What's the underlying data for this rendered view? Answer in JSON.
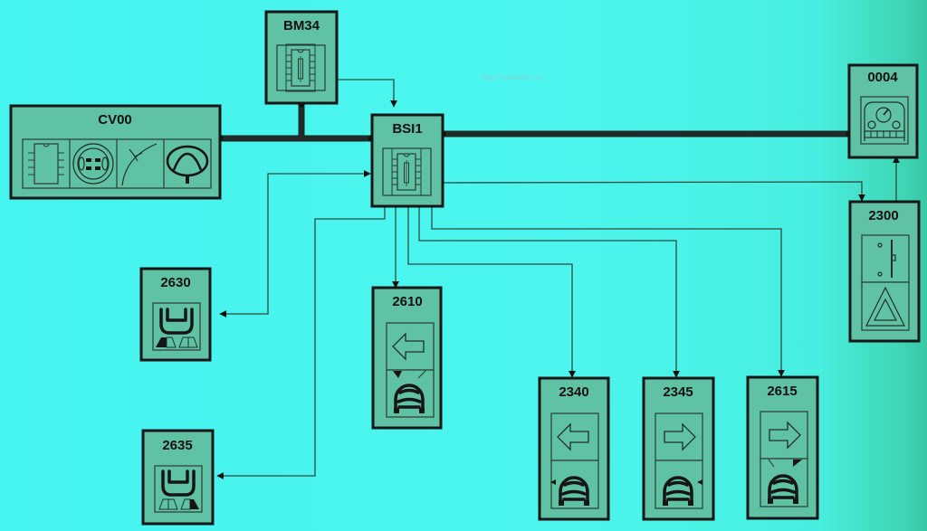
{
  "diagram": {
    "title": "Body control network wiring diagram",
    "watermark": "http://autorukov.ru",
    "colors": {
      "background": "#4cf6ee",
      "box_fill": "#5fc2a5",
      "stroke": "#161616"
    },
    "components": {
      "cv00": {
        "label": "CV00",
        "icons": [
          "ecu-chip-icon",
          "connector-icon",
          "stalk-switch-icon",
          "steering-wheel-icon"
        ]
      },
      "bm34": {
        "label": "BM34",
        "icons": [
          "ecu-chip-icon"
        ]
      },
      "bsi1": {
        "label": "BSI1",
        "icons": [
          "ecu-chip-icon"
        ]
      },
      "c0004": {
        "label": "0004",
        "icons": [
          "instrument-cluster-icon"
        ]
      },
      "c2300": {
        "label": "2300",
        "icons": [
          "hazard-switch-icon",
          "hazard-triangle-icon"
        ]
      },
      "c2630": {
        "label": "2630",
        "icons": [
          "rear-lamp-left-icon"
        ]
      },
      "c2635": {
        "label": "2635",
        "icons": [
          "rear-lamp-right-icon"
        ]
      },
      "c2610": {
        "label": "2610",
        "icons": [
          "arrow-left-icon",
          "car-front-left-lamp-icon"
        ]
      },
      "c2340": {
        "label": "2340",
        "icons": [
          "arrow-left-icon",
          "car-mirror-left-icon"
        ]
      },
      "c2345": {
        "label": "2345",
        "icons": [
          "arrow-right-icon",
          "car-mirror-right-icon"
        ]
      },
      "c2615": {
        "label": "2615",
        "icons": [
          "arrow-right-icon",
          "car-front-right-lamp-icon"
        ]
      }
    },
    "connections": [
      {
        "from": "CV00",
        "to": "BSI1",
        "type": "bus"
      },
      {
        "from": "BM34",
        "to": "BSI1",
        "type": "bus"
      },
      {
        "from": "BSI1",
        "to": "0004",
        "type": "bus"
      },
      {
        "from": "BM34",
        "to": "BSI1",
        "type": "wire"
      },
      {
        "from": "2630",
        "to": "BSI1",
        "type": "wire-bidirectional"
      },
      {
        "from": "BSI1",
        "to": "2635",
        "type": "wire"
      },
      {
        "from": "BSI1",
        "to": "2610",
        "type": "wire"
      },
      {
        "from": "BSI1",
        "to": "2340",
        "type": "wire"
      },
      {
        "from": "BSI1",
        "to": "2345",
        "type": "wire"
      },
      {
        "from": "BSI1",
        "to": "2615",
        "type": "wire"
      },
      {
        "from": "BSI1",
        "to": "2300",
        "type": "wire"
      },
      {
        "from": "2300",
        "to": "0004",
        "type": "wire"
      }
    ]
  }
}
